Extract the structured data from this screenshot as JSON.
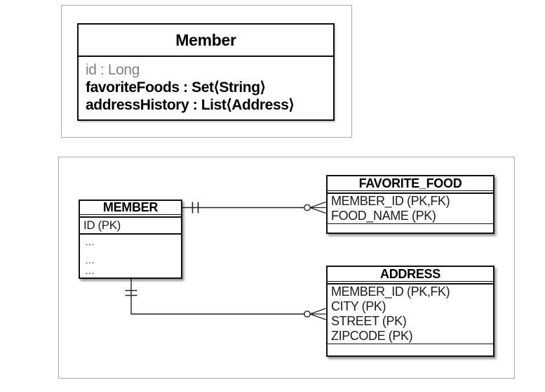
{
  "uml": {
    "class_name": "Member",
    "attributes": [
      {
        "text": "id : Long",
        "muted": true
      },
      {
        "text": "favoriteFoods : Set⟨String⟩",
        "muted": false
      },
      {
        "text": "addressHistory : List⟨Address⟩",
        "muted": false
      }
    ]
  },
  "erd": {
    "tables": [
      {
        "name": "MEMBER",
        "columns": [
          "ID (PK)"
        ],
        "placeholder_rows": [
          "…",
          "",
          "…",
          "…"
        ]
      },
      {
        "name": "FAVORITE_FOOD",
        "columns": [
          "MEMBER_ID (PK,FK)",
          "FOOD_NAME (PK)"
        ]
      },
      {
        "name": "ADDRESS",
        "columns": [
          "MEMBER_ID (PK,FK)",
          "CITY (PK)",
          "STREET (PK)",
          "ZIPCODE (PK)"
        ]
      }
    ],
    "relationships": [
      {
        "from": "MEMBER",
        "to": "FAVORITE_FOOD",
        "from_cardinality": "exactly-one",
        "to_cardinality": "zero-or-many"
      },
      {
        "from": "MEMBER",
        "to": "ADDRESS",
        "from_cardinality": "exactly-one",
        "to_cardinality": "zero-or-many"
      }
    ]
  },
  "colors": {
    "panel_border": "#a8a8a8",
    "box_border": "#121212",
    "line": "#222222",
    "muted_text": "#828282",
    "background": "#ffffff"
  }
}
